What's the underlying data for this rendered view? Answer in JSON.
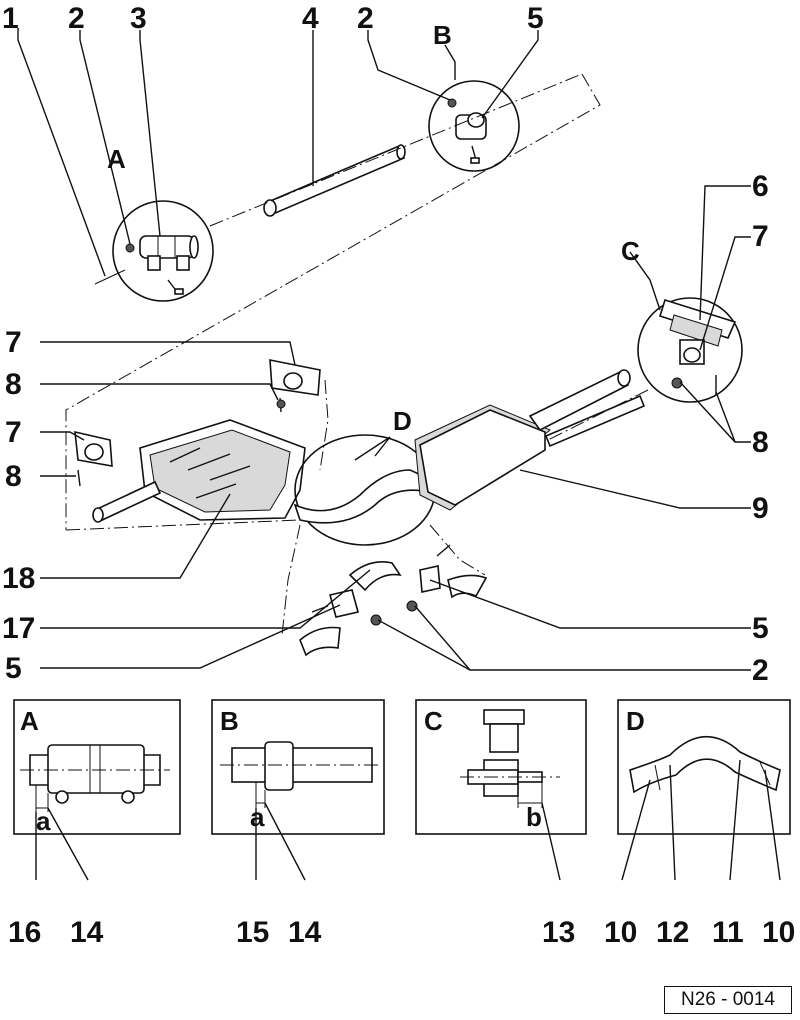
{
  "callouts": {
    "n1": "1",
    "n2a": "2",
    "n3": "3",
    "n4": "4",
    "n2b": "2",
    "n5a": "5",
    "n6": "6",
    "n7a": "7",
    "n7b": "7",
    "n8a": "8",
    "n7c": "7",
    "n8b": "8",
    "n8c": "8",
    "n9": "9",
    "n18": "18",
    "n17": "17",
    "n5b": "5",
    "n5c": "5",
    "n2c": "2"
  },
  "detail_letters": {
    "A": "A",
    "B": "B",
    "C": "C",
    "D": "D"
  },
  "panels": {
    "A": {
      "letter": "A",
      "dim": "a"
    },
    "B": {
      "letter": "B",
      "dim": "a"
    },
    "C": {
      "letter": "C",
      "dim": "b"
    },
    "D": {
      "letter": "D"
    }
  },
  "bottom_callouts": {
    "b16": "16",
    "b14a": "14",
    "b15": "15",
    "b14b": "14",
    "b13": "13",
    "b10a": "10",
    "b12": "12",
    "b11": "11",
    "b10b": "10"
  },
  "reference_code": "N26 - 0014"
}
